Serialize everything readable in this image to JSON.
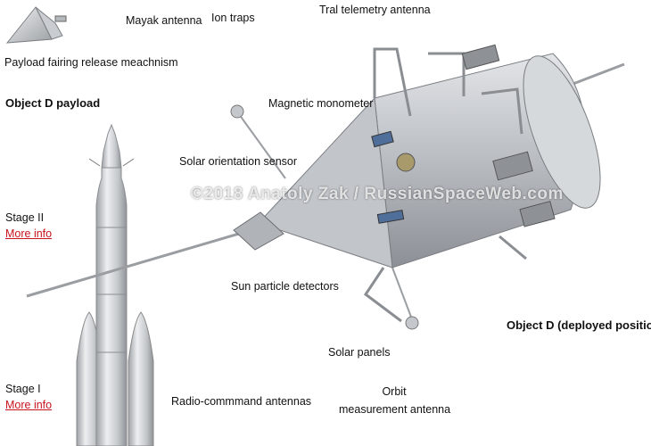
{
  "labels": {
    "mayak_antenna": "Mayak antenna",
    "ion_traps": "Ion traps",
    "tral_telemetry": "Tral telemetry antenna",
    "fairing_release": "Payload fairing release meachnism",
    "object_d_payload": "Object D payload",
    "magnetic_monometer": "Magnetic monometer",
    "solar_orientation": "Solar orientation sensor",
    "stage_ii": "Stage II",
    "stage_i": "Stage I",
    "more_info": "More info",
    "sun_particle": "Sun particle detectors",
    "object_d_deployed": "Object D (deployed position)",
    "solar_panels": "Solar panels",
    "radio_command": "Radio-commmand antennas",
    "orbit_line1": "Orbit",
    "orbit_line2": "measurement antenna"
  },
  "watermark": "©2018 Anatoly Zak / RussianSpaceWeb.com",
  "colors": {
    "link": "#c8141e",
    "metal": "#c9ccd0",
    "panel_blue": "#4f6f9a"
  }
}
